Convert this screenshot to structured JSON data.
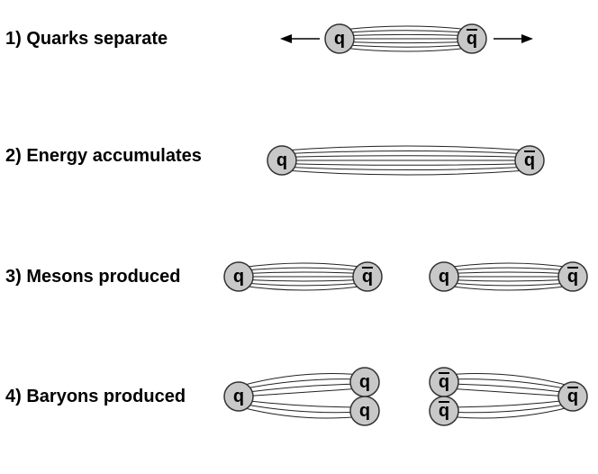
{
  "steps": [
    {
      "label": "1) Quarks separate"
    },
    {
      "label": "2) Energy accumulates"
    },
    {
      "label": "3) Mesons produced"
    },
    {
      "label": "4) Baryons produced"
    }
  ],
  "particles": {
    "quark": "q",
    "antiquark": "q"
  },
  "colors": {
    "quark_fill": "#c8c8c8",
    "line": "#222222",
    "text": "#000000"
  }
}
